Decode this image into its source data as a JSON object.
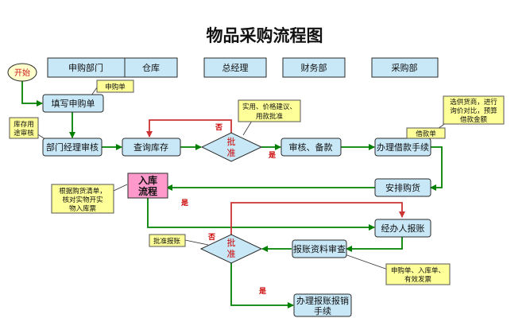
{
  "title": "物品采购流程图",
  "departments": [
    "申购部门",
    "仓库",
    "总经理",
    "财务部",
    "采购部"
  ],
  "nodes": {
    "start": "开始",
    "fill_form": "填写申购单",
    "dept_review": "部门经理审核",
    "check_stock": "查询库存",
    "approve1_line1": "批",
    "approve1_line2": "准",
    "review_fund": "审核、备款",
    "loan_line": "办理借款手续",
    "arrange": "安排购货",
    "stock_in_line1": "入库",
    "stock_in_line2": "流程",
    "reimburse_apply": "经办人报账",
    "check_docs": "报账资料审查",
    "approve2_line1": "批",
    "approve2_line2": "准",
    "finish_line1": "办理报账报销",
    "finish_line2": "手续"
  },
  "notes": {
    "purchase_form": "申购单",
    "stock_usage_l1": "库存用",
    "stock_usage_l2": "途审核",
    "use_l1": "实用、价格建议、",
    "use_l2": "用款批准",
    "supplier_l1": "选供货商，进行",
    "supplier_l2": "询价对比，预算",
    "supplier_l3": "借款金额",
    "loan_form": "借款单",
    "inbound_l1": "根据购货清单，",
    "inbound_l2": "核对实物开实",
    "inbound_l3": "物入库票",
    "approve_report": "批准报账",
    "docs_l1": "申购单、入库单、",
    "docs_l2": "有效发票"
  },
  "edge_labels": {
    "no1": "否",
    "yes1": "是",
    "yes_stock": "是",
    "no2": "否",
    "yes2": "是"
  },
  "colors": {
    "process_fill": "#c8e8f8",
    "process_stroke": "#2a2a2a",
    "note_fill": "#ffff99",
    "stock_fill": "#ff99cc",
    "flow_green": "#008000",
    "flow_red": "#cc3333",
    "edge_label": "#cc0000",
    "start_fill": "#ffffcc",
    "start_text": "#d02020",
    "dept_fill": "#c8e8f8"
  }
}
